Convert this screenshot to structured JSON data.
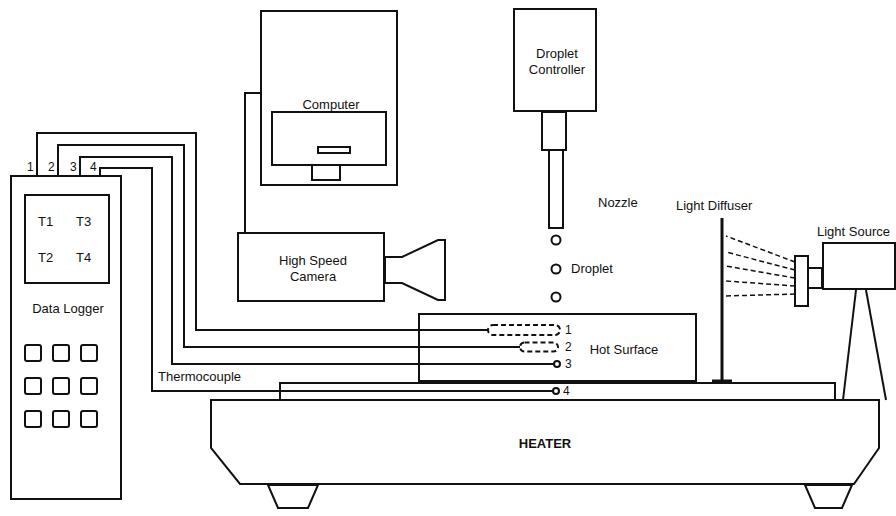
{
  "diagram": {
    "nodes": [
      {
        "text": [
          "Computer"
        ]
      },
      {
        "text": [
          "Droplet Controller"
        ]
      },
      {
        "text": [
          "Data Logger"
        ]
      },
      {
        "text": [
          "T1",
          "T3",
          "T2",
          "T4"
        ],
        "in": 2
      },
      {
        "text": [
          "High Speed Camera"
        ]
      },
      {
        "text": [
          "Hot Surface"
        ]
      },
      {
        "text": [
          "Light Source"
        ]
      },
      {
        "text": [
          "HEATER"
        ]
      }
    ],
    "edges": [
      {
        "from": 2,
        "to": 5,
        "arrow": "none"
      },
      {
        "from": 2,
        "to": 5,
        "arrow": "none"
      },
      {
        "from": 2,
        "to": 5,
        "arrow": "none"
      },
      {
        "from": 2,
        "to": 7,
        "arrow": "none"
      },
      {
        "from": 4,
        "to": 0,
        "arrow": "none"
      }
    ],
    "labels": [
      "1",
      "2",
      "3",
      "4",
      "Nozzle",
      "Light Diffuser",
      "Droplet",
      "1",
      "2",
      "3",
      "Thermocouple",
      "4"
    ]
  }
}
